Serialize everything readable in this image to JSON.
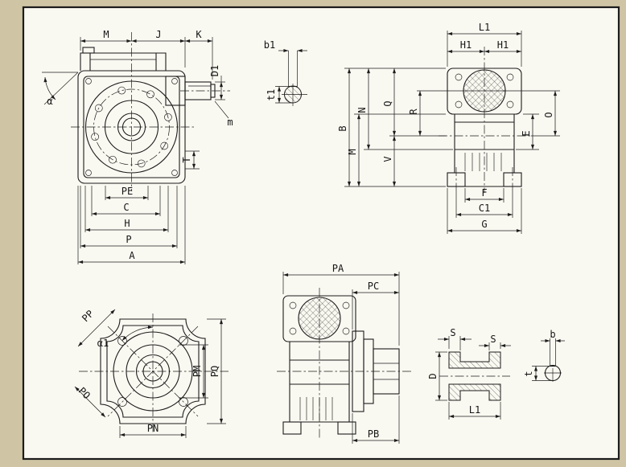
{
  "drawing": {
    "background_color": "#cfc5a5",
    "paper_color": "#faf9f1",
    "line_color": "#1c1c1c",
    "front_view": {
      "dim_m": "M",
      "dim_j": "J",
      "dim_k": "K",
      "dim_d1": "D1",
      "angle_alpha": "α",
      "dim_t": "T",
      "label_m_small": "m",
      "dim_pe": "PE",
      "dim_c": "C",
      "dim_h": "H",
      "dim_p": "P",
      "dim_a": "A"
    },
    "input_key_detail": {
      "dim_b1": "b1",
      "dim_t1": "t1"
    },
    "side_view": {
      "dim_l1": "L1",
      "dim_h1_left": "H1",
      "dim_h1_right": "H1",
      "dim_b": "B",
      "dim_n": "N",
      "dim_q": "Q",
      "dim_r": "R",
      "dim_m": "M",
      "dim_v": "V",
      "dim_e": "E",
      "dim_o": "O",
      "dim_f": "F",
      "dim_c1": "C1",
      "dim_g": "G"
    },
    "flange_view": {
      "dim_pp": "PP",
      "angle_alpha1": "α1",
      "dim_pm": "PM",
      "dim_pq": "PQ",
      "dim_po": "PO",
      "dim_pn": "PN"
    },
    "output_side_view": {
      "dim_pa": "PA",
      "dim_pc": "PC",
      "dim_pb": "PB"
    },
    "bushing_detail": {
      "dim_s_left": "S",
      "dim_s_right": "S",
      "dim_d": "D",
      "dim_l1": "L1"
    },
    "output_key_detail": {
      "dim_b": "b",
      "dim_t": "t"
    }
  }
}
